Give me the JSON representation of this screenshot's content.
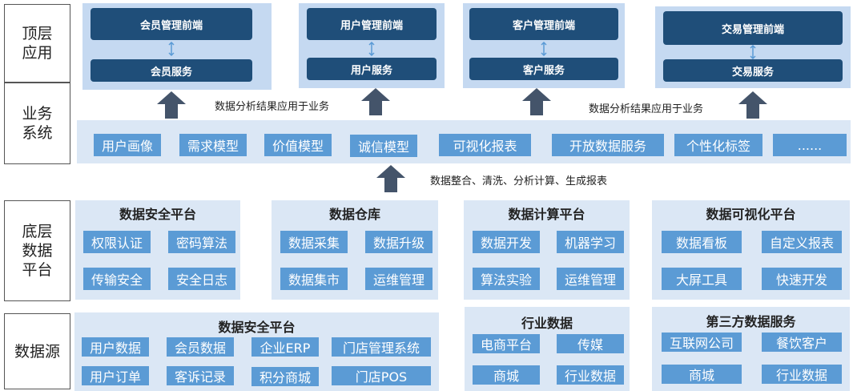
{
  "left_labels": {
    "top_app": "顶层\n应用",
    "business": "业务\n系统",
    "platform": "底层\n数据\n平台",
    "source": "数据源"
  },
  "top_apps": [
    {
      "frontend": "会员管理前端",
      "service": "会员服务"
    },
    {
      "frontend": "用户管理前端",
      "service": "用户服务"
    },
    {
      "frontend": "客户管理前端",
      "service": "客户服务"
    },
    {
      "frontend": "交易管理前端",
      "service": "交易服务"
    }
  ],
  "notes": {
    "analysis_left": "数据分析结果应用于业务",
    "analysis_right": "数据分析结果应用于业务",
    "process": "数据整合、清洗、分析计算、生成报表"
  },
  "business_items": [
    "用户画像",
    "需求模型",
    "价值模型",
    "诚信模型",
    "可视化报表",
    "开放数据服务",
    "个性化标签",
    "......"
  ],
  "platforms": [
    {
      "title": "数据安全平台",
      "items": [
        "权限认证",
        "密码算法",
        "传输安全",
        "安全日志"
      ]
    },
    {
      "title": "数据仓库",
      "items": [
        "数据采集",
        "数据升级",
        "数据集市",
        "运维管理"
      ]
    },
    {
      "title": "数据计算平台",
      "items": [
        "数据开发",
        "机器学习",
        "算法实验",
        "运维管理"
      ]
    },
    {
      "title": "数据可视化平台",
      "items": [
        "数据看板",
        "自定义报表",
        "大屏工具",
        "快速开发"
      ]
    }
  ],
  "sources": [
    {
      "title": "数据安全平台",
      "items": [
        "用户数据",
        "会员数据",
        "企业ERP",
        "门店管理系统",
        "用户订单",
        "客诉记录",
        "积分商城",
        "门店POS"
      ]
    },
    {
      "title": "行业数据",
      "items": [
        "电商平台",
        "传媒",
        "商城",
        "行业数据"
      ]
    },
    {
      "title": "第三方数据服务",
      "items": [
        "互联网公司",
        "餐饮客户",
        "商城",
        "行业数据"
      ]
    }
  ],
  "colors": {
    "navy": "#1f4e79",
    "chip": "#5b9bd5",
    "panel": "#dbe7f5",
    "panel_top": "#c5d9f1",
    "arrow": "#44546a"
  }
}
